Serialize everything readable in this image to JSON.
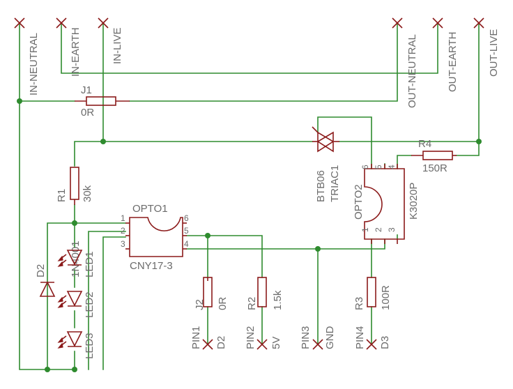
{
  "terminals": {
    "in_neutral": "IN-NEUTRAL",
    "in_earth": "IN-EARTH",
    "in_live": "IN-LIVE",
    "out_neutral": "OUT-NEUTRAL",
    "out_earth": "OUT-EARTH",
    "out_live": "OUT-LIVE"
  },
  "j1": {
    "name": "J1",
    "value": "0R"
  },
  "j2": {
    "name": "J2",
    "value": "0R"
  },
  "r1": {
    "name": "R1",
    "value": "30k"
  },
  "r2": {
    "name": "R2",
    "value": "1.5k"
  },
  "r3": {
    "name": "R3",
    "value": "100R"
  },
  "r4": {
    "name": "R4",
    "value": "150R"
  },
  "triac": {
    "name": "TRIAC1",
    "value": "BTB06"
  },
  "opto1": {
    "name": "OPTO1",
    "value": "CNY17-3",
    "pins": [
      "1",
      "2",
      "3",
      "4",
      "5",
      "6"
    ]
  },
  "opto2": {
    "name": "OPTO2",
    "value": "K3020P",
    "pins": [
      "1",
      "2",
      "3",
      "4",
      "5",
      "6"
    ]
  },
  "d2": {
    "name": "D2",
    "value": "1N4001"
  },
  "leds": [
    "LED1",
    "LED2",
    "LED3"
  ],
  "pins": [
    {
      "name": "PIN1",
      "net": "D2"
    },
    {
      "name": "PIN2",
      "net": "5V"
    },
    {
      "name": "PIN3",
      "net": "GND"
    },
    {
      "name": "PIN4",
      "net": "D3"
    }
  ],
  "colors": {
    "wire": "#2e8b2e",
    "symbol": "#8b1a1a",
    "label": "#6b6b6b",
    "background": "#ffffff"
  }
}
